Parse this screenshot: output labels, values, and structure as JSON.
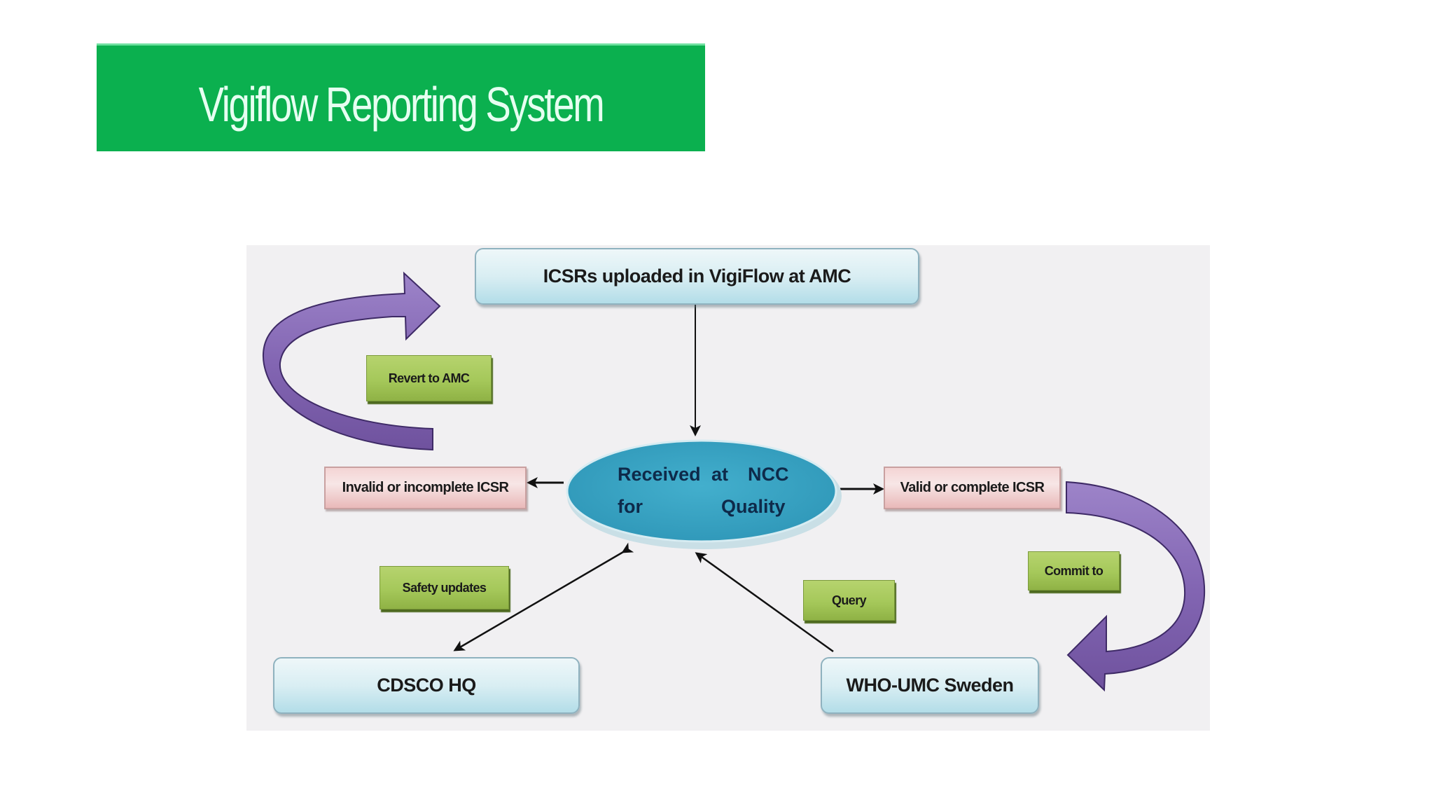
{
  "banner": {
    "title": "Vigiflow Reporting System",
    "background_color": "#0bb04f",
    "text_color": "#e6fff1"
  },
  "diagram": {
    "nodes": {
      "source": {
        "label": "ICSRs uploaded in VigiFlow at AMC"
      },
      "center": {
        "line1_words": [
          "Received",
          "at",
          "NCC"
        ],
        "line2_words": [
          "for",
          "Quality"
        ]
      },
      "invalid": {
        "label": "Invalid or incomplete ICSR"
      },
      "valid": {
        "label": "Valid or complete ICSR"
      },
      "cdsco": {
        "label": "CDSCO HQ"
      },
      "who": {
        "label": "WHO-UMC Sweden"
      }
    },
    "edge_labels": {
      "revert": "Revert to AMC",
      "safety": "Safety updates",
      "query": "Query",
      "commit": "Commit to"
    },
    "colors": {
      "ellipse_fill": "#3aa6c6",
      "curved_arrow": "#8a6fb8",
      "edge_label_fill": "#a5c85a",
      "status_box_fill": "#f2d3d3",
      "entity_box_fill": "#d9eef3"
    },
    "edges": [
      {
        "from": "source",
        "to": "center"
      },
      {
        "from": "center",
        "to": "invalid"
      },
      {
        "from": "center",
        "to": "valid"
      },
      {
        "from": "invalid",
        "to": "source",
        "label": "revert"
      },
      {
        "from": "valid",
        "to": "who",
        "label": "commit"
      },
      {
        "from": "center",
        "to": "cdsco",
        "bidirectional": true,
        "label": "safety"
      },
      {
        "from": "who",
        "to": "center",
        "label": "query"
      }
    ]
  }
}
